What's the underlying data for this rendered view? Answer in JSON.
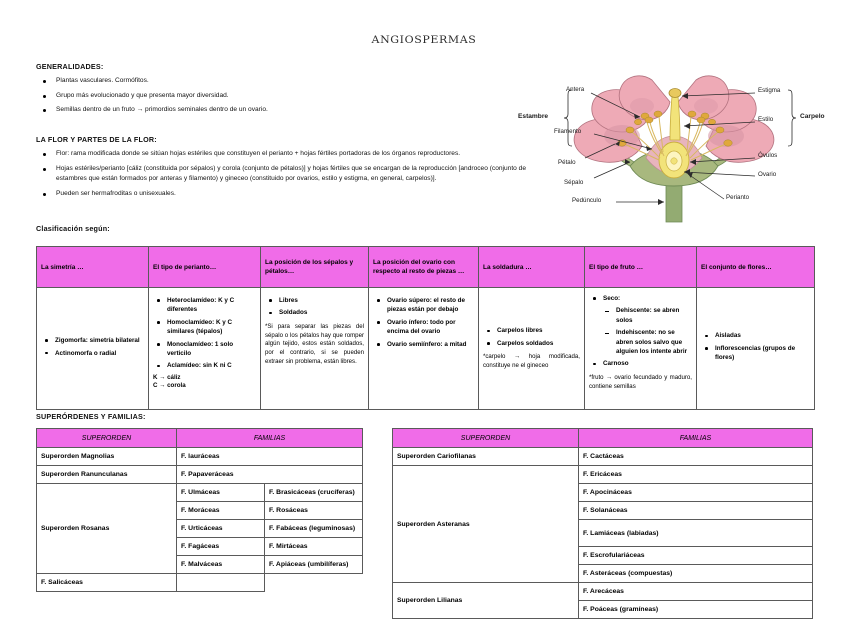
{
  "document": {
    "title": "ANGIOSPERMAS"
  },
  "sections": {
    "generalidades_heading": "GENERALIDADES:",
    "generalidades_items": [
      "Plantas vasculares. Cormófitos.",
      "Grupo más evolucionado y que presenta mayor diversidad.",
      "Semillas dentro de un fruto → primordios seminales dentro de un ovario."
    ],
    "flor_heading": "LA FLOR Y PARTES DE LA FLOR:",
    "flor_items": [
      "Flor: rama modificada donde se sitúan hojas estériles que constituyen el perianto + hojas fértiles portadoras de los órganos reproductores.",
      "Hojas estériles/perianto [cáliz (constituida por sépalos) y corola (conjunto de pétalos)] y hojas fértiles que se encargan de la reproducción [androceo (conjunto de estambres que están formados por anteras y filamento) y gineceo (constituido por ovarios, estilo y estigma, en general, carpelos)].",
      "Pueden ser hermafroditas o unisexuales."
    ],
    "clasificacion_heading": "Clasificación según:",
    "superordenes_heading": "SUPERÓRDENES Y FAMILIAS:"
  },
  "figure": {
    "name": "diagrama-flor",
    "labels": [
      "Antera",
      "Estambre",
      "Filamento",
      "Pétalo",
      "Sépalo",
      "Pedúnculo",
      "Estigma",
      "Estilo",
      "Carpelo",
      "Óvulos",
      "Ovario",
      "Perianto"
    ],
    "colors": {
      "petal": "#eeaab6",
      "petal_shadow": "#d794a4",
      "sepal": "#a8b87e",
      "stem": "#93ab72",
      "ovary": "#f2e37a",
      "anther": "#e0a83c"
    }
  },
  "class_table": {
    "accent": "#F06CE8",
    "headers": [
      "La simetría …",
      "El tipo de perianto…",
      "La posición de los sépalos y pétalos…",
      "La posición del ovario con respecto al resto de piezas …",
      "La soldadura …",
      "El tipo de fruto …",
      "El conjunto de flores…"
    ],
    "col1": {
      "items": [
        "Zigomorfa: simetría bilateral",
        "Actinomorfa o radial"
      ]
    },
    "col2": {
      "items": [
        "Heteroclamídeo: K y C diferentes",
        "Homoclamídeo: K y C similares (tépalos)",
        "Monoclamídeo: 1 solo verticilo",
        "Aclamídeo: sin K ni C"
      ],
      "legend": [
        "K → cáliz",
        "C → corola"
      ]
    },
    "col3": {
      "items": [
        "Libres",
        "Soldados"
      ],
      "note": "*Si para separar las piezas del sépalo o los pétalos hay que romper algún tejido, estos están soldados, por el contrario, si se pueden extraer sin problema, están libres."
    },
    "col4": {
      "items": [
        "Ovario súpero: el resto de piezas están por debajo",
        "Ovario ínfero: todo por encima del ovario",
        "Ovario semiínfero: a mitad"
      ]
    },
    "col5": {
      "items": [
        "Carpelos libres",
        "Carpelos soldados"
      ],
      "note": "*carpelo → hoja modificada, constituye ne el gineceo"
    },
    "col6": {
      "item_seco": "Seco:",
      "sub_items": [
        "Dehiscente: se abren solos",
        "Indehiscente: no se abren solos salvo que alguien los intente abrir"
      ],
      "item_carnoso": "Carnoso",
      "note": "*fruto → ovario fecundado y maduro, contiene semillas"
    },
    "col7": {
      "items": [
        "Aisladas",
        "Inflorescencias (grupos de flores)"
      ]
    }
  },
  "left_orders_table": {
    "headers": [
      "SUPERORDEN",
      "FAMILIAS"
    ],
    "rows": [
      {
        "order": "Superorden Magnolias",
        "fam1": "F. lauráceas",
        "fam2": ""
      },
      {
        "order": "Superorden Ranunculanas",
        "fam1": "F. Papaveráceas",
        "fam2": ""
      },
      {
        "order": "Superorden Rosanas",
        "fam1": "F. Ulmáceas",
        "fam2": "F. Brasicáceas (crucíferas)"
      },
      {
        "order": "",
        "fam1": "F. Moráceas",
        "fam2": "F. Rosáceas"
      },
      {
        "order": "",
        "fam1": "F. Urticáceas",
        "fam2": "F. Fabáceas (leguminosas)"
      },
      {
        "order": "",
        "fam1": "F. Fagáceas",
        "fam2": "F. Mirtáceas"
      },
      {
        "order": "",
        "fam1": "F. Malváceas",
        "fam2": "F. Apiáceas (umbilíferas)"
      },
      {
        "order": "",
        "fam1": "F. Salicáceas",
        "fam2": ""
      }
    ]
  },
  "right_orders_table": {
    "headers": [
      "SUPERORDEN",
      "FAMILIAS"
    ],
    "rows": [
      {
        "order": "Superorden Cariofilanas",
        "fam": "F. Cactáceas"
      },
      {
        "order": "Superorden Asteranas",
        "fam": "F. Ericáceas"
      },
      {
        "order": "",
        "fam": "F. Apocináceas"
      },
      {
        "order": "",
        "fam": "F. Solanáceas"
      },
      {
        "order": "",
        "fam": "F. Lamiáceas (labiadas)"
      },
      {
        "order": "",
        "fam": "F. Escrofulariáceas"
      },
      {
        "order": "",
        "fam": "F. Asteráceas (compuestas)"
      },
      {
        "order": "Superorden Lilianas",
        "fam": "F. Arecáceas"
      },
      {
        "order": "",
        "fam": "F. Poáceas (gramíneas)"
      }
    ]
  }
}
